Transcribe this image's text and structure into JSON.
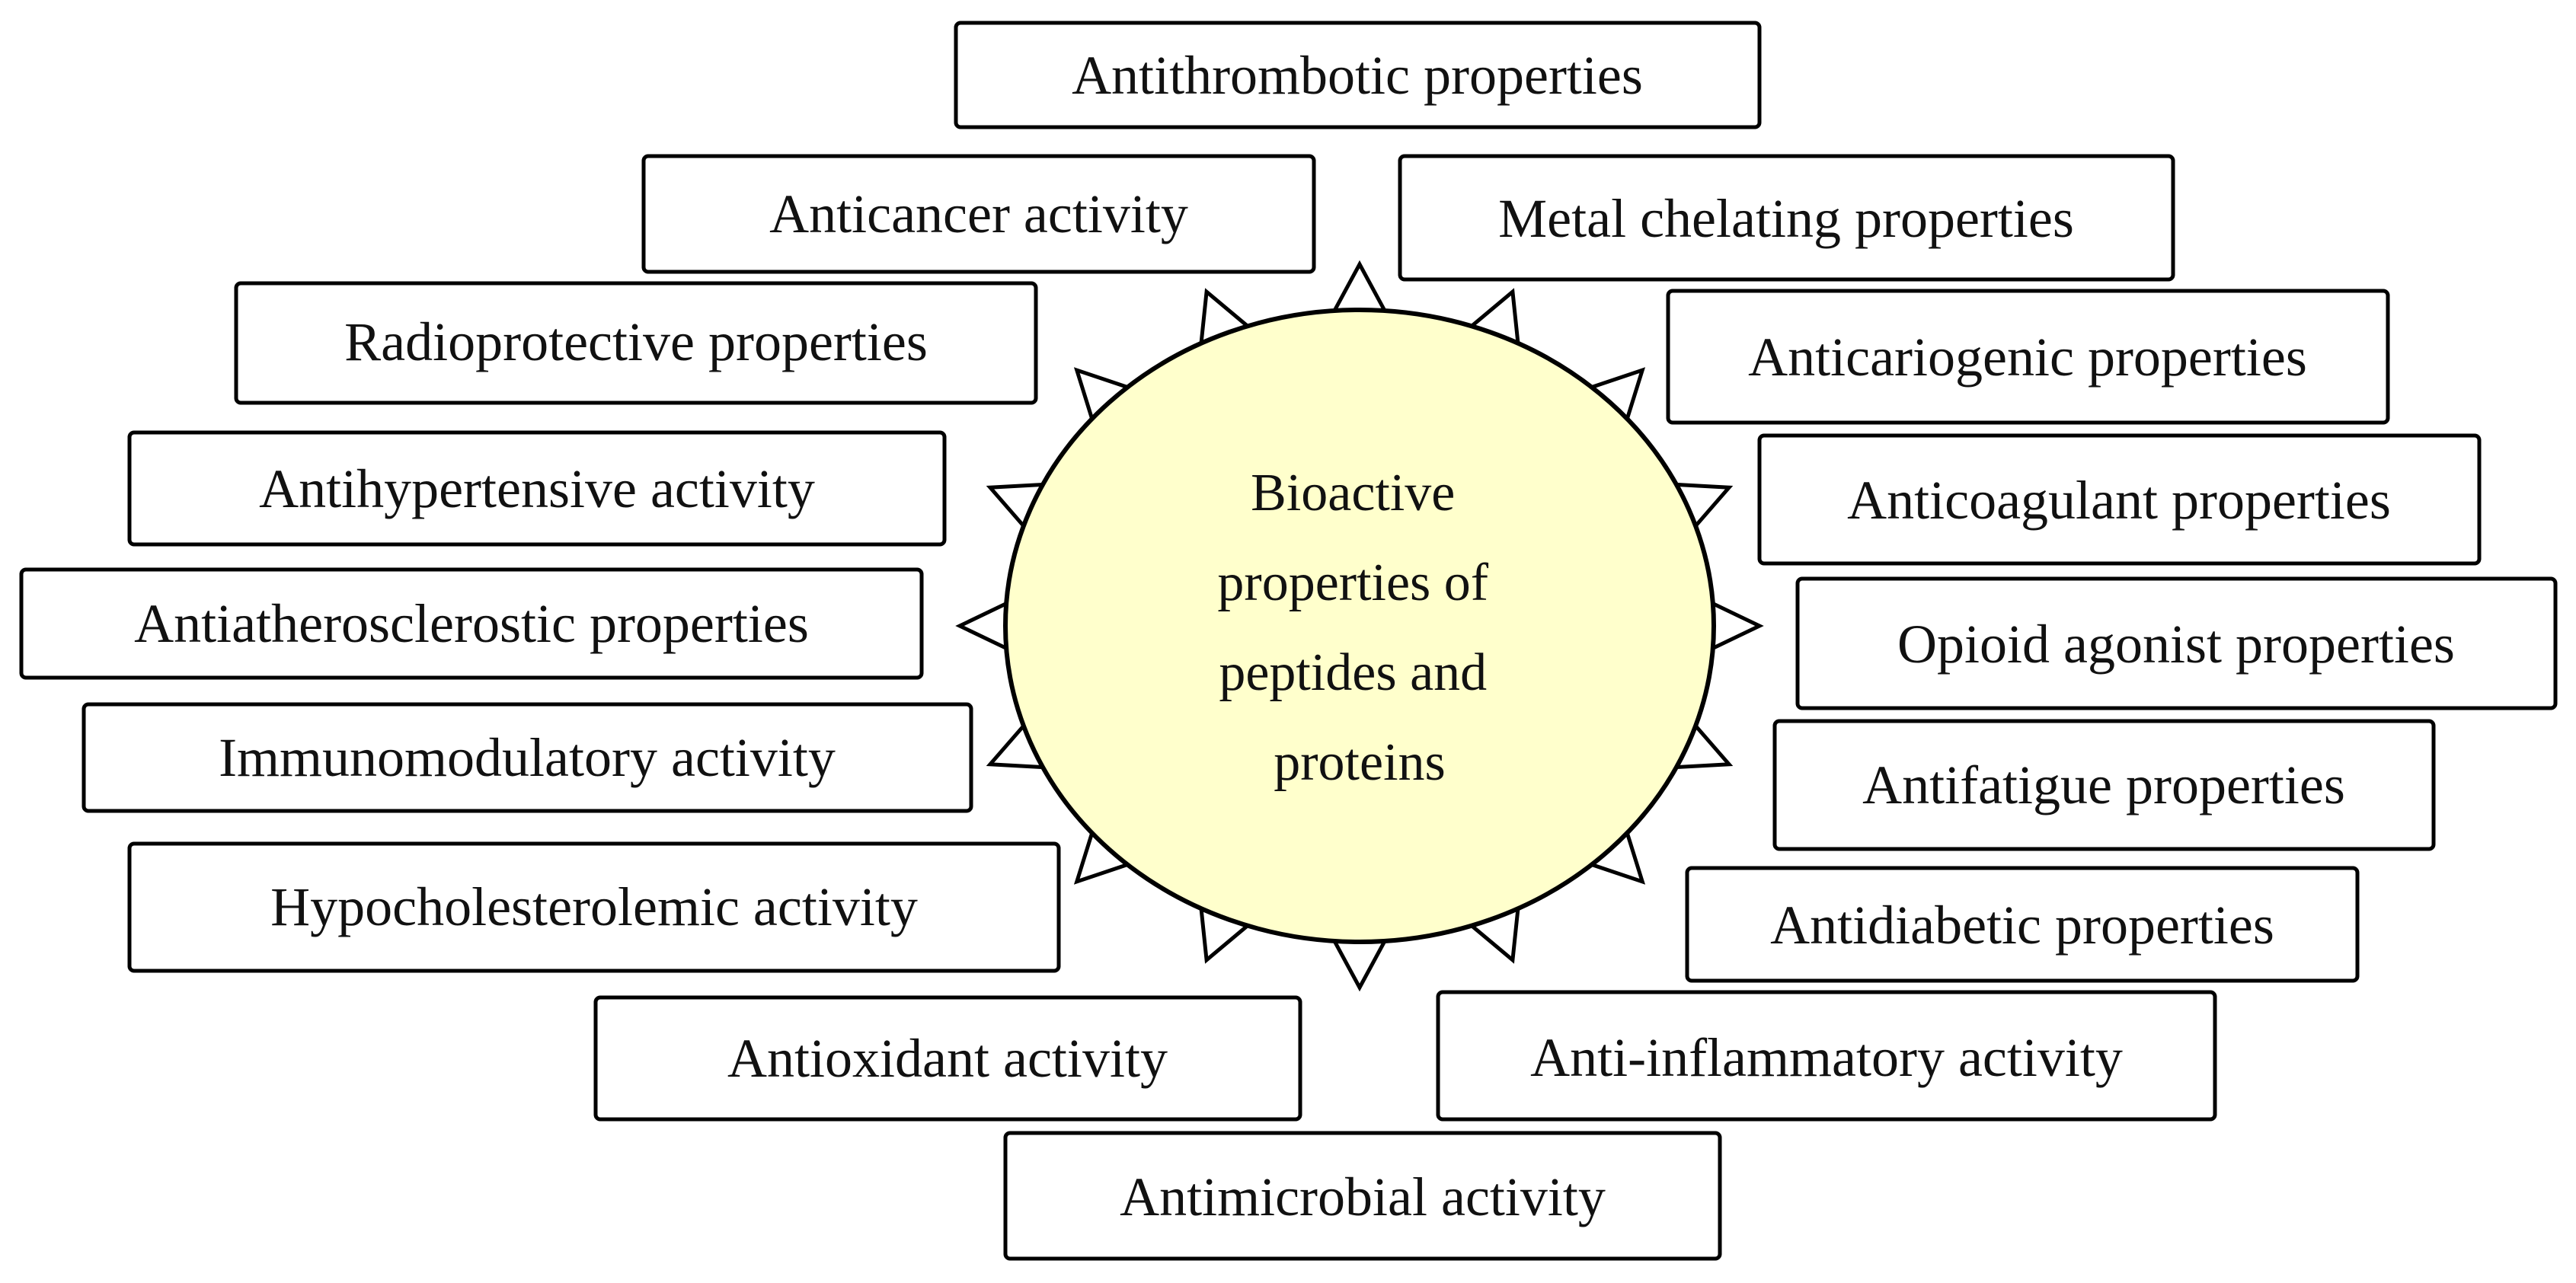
{
  "center": {
    "lines": [
      "Bioactive",
      "properties of",
      "peptides and",
      "proteins"
    ],
    "fill": "#ffffcc",
    "stroke": "#000000"
  },
  "properties": [
    "Antithrombotic properties",
    "Anticancer activity",
    "Metal chelating properties",
    "Radioprotective properties",
    "Anticariogenic properties",
    "Antihypertensive activity",
    "Anticoagulant properties",
    "Antiatherosclerostic properties",
    "Opioid agonist properties",
    "Immunomodulatory activity",
    "Antifatigue properties",
    "Hypocholesterolemic activity",
    "Antidiabetic properties",
    "Antioxidant activity",
    "Anti-inflammatory activity",
    "Antimicrobial activity"
  ]
}
